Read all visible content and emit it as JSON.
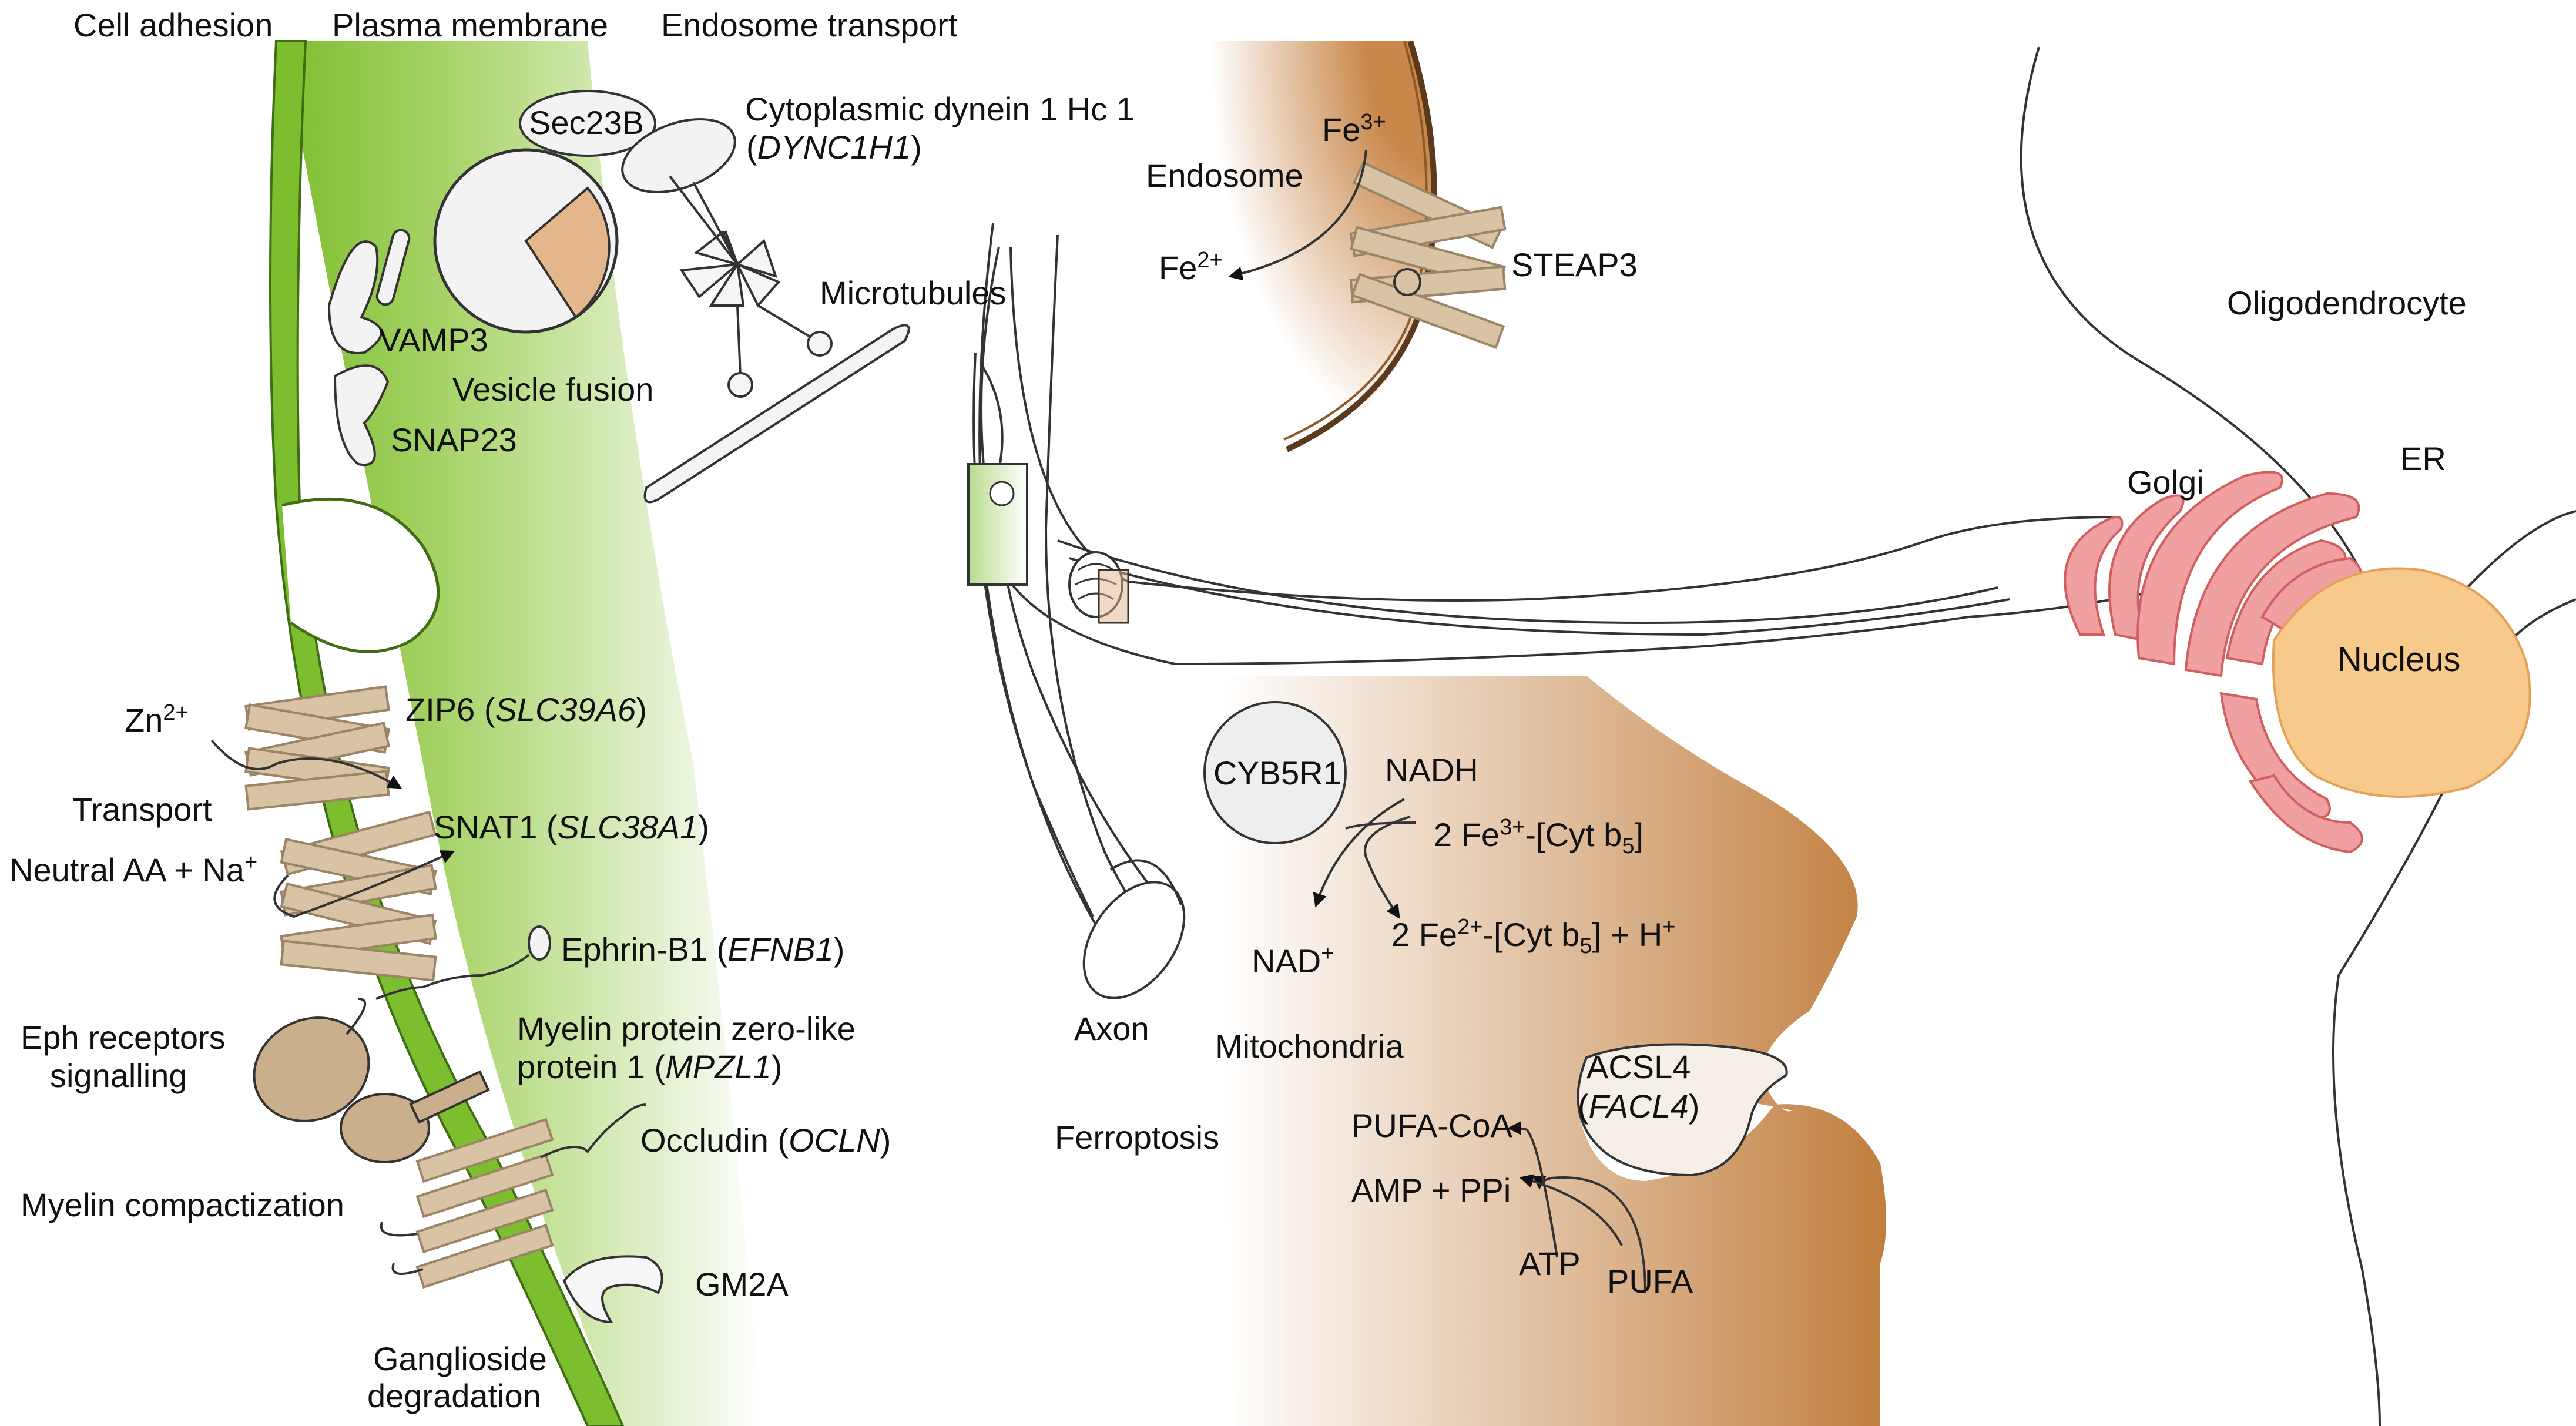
{
  "colors": {
    "membrane_green": "#7DBE2E",
    "membrane_light": "#F4F9EC",
    "transporter_tan": "#D8C3A5",
    "transporter_stroke": "#9C8466",
    "receptor_tan": "#C9AF8C",
    "mito_brown": "#C17E3E",
    "endosome_brown": "#C9874A",
    "er_pink": "#F0A0A0",
    "er_stroke": "#D06060",
    "nucleus_orange": "#F7C98A",
    "outline": "#333333"
  },
  "sections": {
    "cell_adhesion": "Cell adhesion",
    "plasma_membrane": "Plasma membrane",
    "endosome_transport": "Endosome transport"
  },
  "vesicle": {
    "sec23b": "Sec23B",
    "dynein_name": "Cytoplasmic dynein 1 Hc 1",
    "dynein_gene": "DYNC1H1",
    "microtubules": "Microtubules",
    "vamp3": "VAMP3",
    "vesicle_fusion": "Vesicle fusion",
    "snap23": "SNAP23"
  },
  "transport": {
    "zn": "Zn",
    "zn_charge": "2+",
    "zip6": "ZIP6 (",
    "zip6_gene": "SLC39A6",
    "close_paren": ")",
    "transport_label": "Transport",
    "snat1": "SNAT1 (",
    "snat1_gene": "SLC38A1",
    "neutral_aa": "Neutral AA + Na",
    "na_charge": "+"
  },
  "signalling": {
    "ephrin": "Ephrin-B1 (",
    "ephrin_gene": "EFNB1",
    "eph_line1": "Eph receptors",
    "eph_line2": "signalling",
    "mpzl1_line1": "Myelin protein zero-like",
    "mpzl1_line2": "protein 1 (",
    "mpzl1_gene": "MPZL1",
    "myelin_compaction": "Myelin compactization",
    "occludin": "Occludin (",
    "occludin_gene": "OCLN",
    "gm2a": "GM2A",
    "ganglioside_line1": "Ganglioside",
    "ganglioside_line2": "degradation"
  },
  "endosome": {
    "fe3": "Fe",
    "fe3_charge": "3+",
    "endosome_label": "Endosome",
    "fe2": "Fe",
    "fe2_charge": "2+",
    "steap3": "STEAP3"
  },
  "cell": {
    "oligodendrocyte": "Oligodendrocyte",
    "golgi": "Golgi",
    "er": "ER",
    "nucleus": "Nucleus",
    "axon": "Axon"
  },
  "mitochondria": {
    "cyb5r1": "CYB5R1",
    "nadh": "NADH",
    "fe_cyt_b5_left": "2 Fe",
    "fe3_charge": "3+",
    "cyt_b5_mid": "-[Cyt b",
    "sub5": "5",
    "bracket": "]",
    "nad": "NAD",
    "nad_charge": "+",
    "fe2_charge": "2+",
    "plus_h": "] + H",
    "h_charge": "+",
    "mito_label": "Mitochondria",
    "acsl4": "ACSL4",
    "facl4_open": "(",
    "facl4_gene": "FACL4",
    "ferroptosis": "Ferroptosis",
    "pufa_coa": "PUFA-CoA",
    "amp_ppi": "AMP + PPi",
    "atp": "ATP",
    "pufa": "PUFA"
  }
}
